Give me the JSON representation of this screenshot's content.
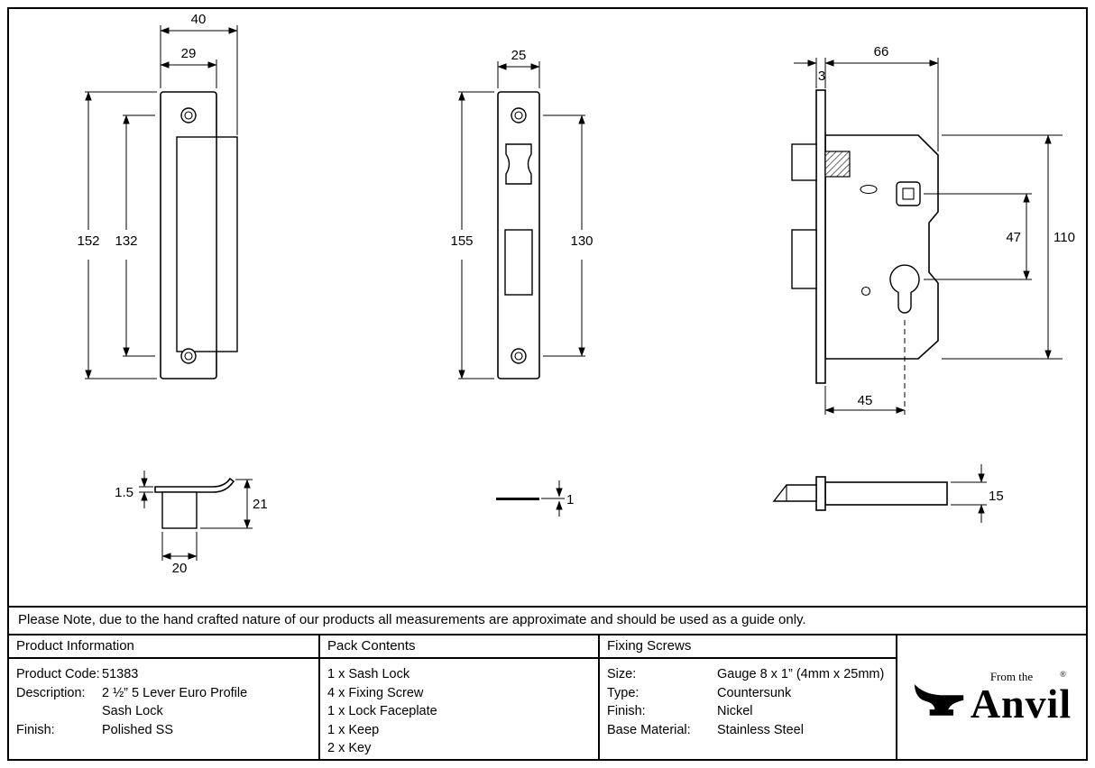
{
  "note": "Please Note, due to the hand crafted nature of our products all measurements are approximate and should be used as a guide only.",
  "table": {
    "product_information": {
      "header": "Product Information",
      "rows": [
        {
          "label": "Product Code:",
          "value": "51383"
        },
        {
          "label": "Description:",
          "value": "2 ½” 5 Lever Euro Profile"
        },
        {
          "label": "",
          "value": "Sash Lock"
        },
        {
          "label": "Finish:",
          "value": "Polished SS"
        }
      ]
    },
    "pack_contents": {
      "header": "Pack Contents",
      "items": [
        "1 x Sash Lock",
        "4 x Fixing Screw",
        "1 x Lock Faceplate",
        "1 x Keep",
        "2 x Key"
      ]
    },
    "fixing_screws": {
      "header": "Fixing Screws",
      "rows": [
        {
          "label": "Size:",
          "value": "Gauge 8 x 1” (4mm x 25mm)"
        },
        {
          "label": "Type:",
          "value": "Countersunk"
        },
        {
          "label": "Finish:",
          "value": "Nickel"
        },
        {
          "label": "Base Material:",
          "value": "Stainless Steel"
        }
      ]
    }
  },
  "logo": {
    "from_the": "From the",
    "brand": "Anvil",
    "registered": "®"
  },
  "dimensions": {
    "keep_front": {
      "width_overall": "40",
      "width_plate": "29",
      "height_overall": "152",
      "height_centres": "132"
    },
    "faceplate_front": {
      "width": "25",
      "height_overall": "155",
      "height_centres": "130"
    },
    "lock_body": {
      "depth": "66",
      "faceplate_thickness": "3",
      "height_overall": "110",
      "centres": "47",
      "backset": "45"
    },
    "keep_side": {
      "thickness": "1.5",
      "depth": "21",
      "width": "20"
    },
    "faceplate_side": {
      "thickness": "1"
    },
    "lock_side": {
      "thickness": "15"
    }
  }
}
